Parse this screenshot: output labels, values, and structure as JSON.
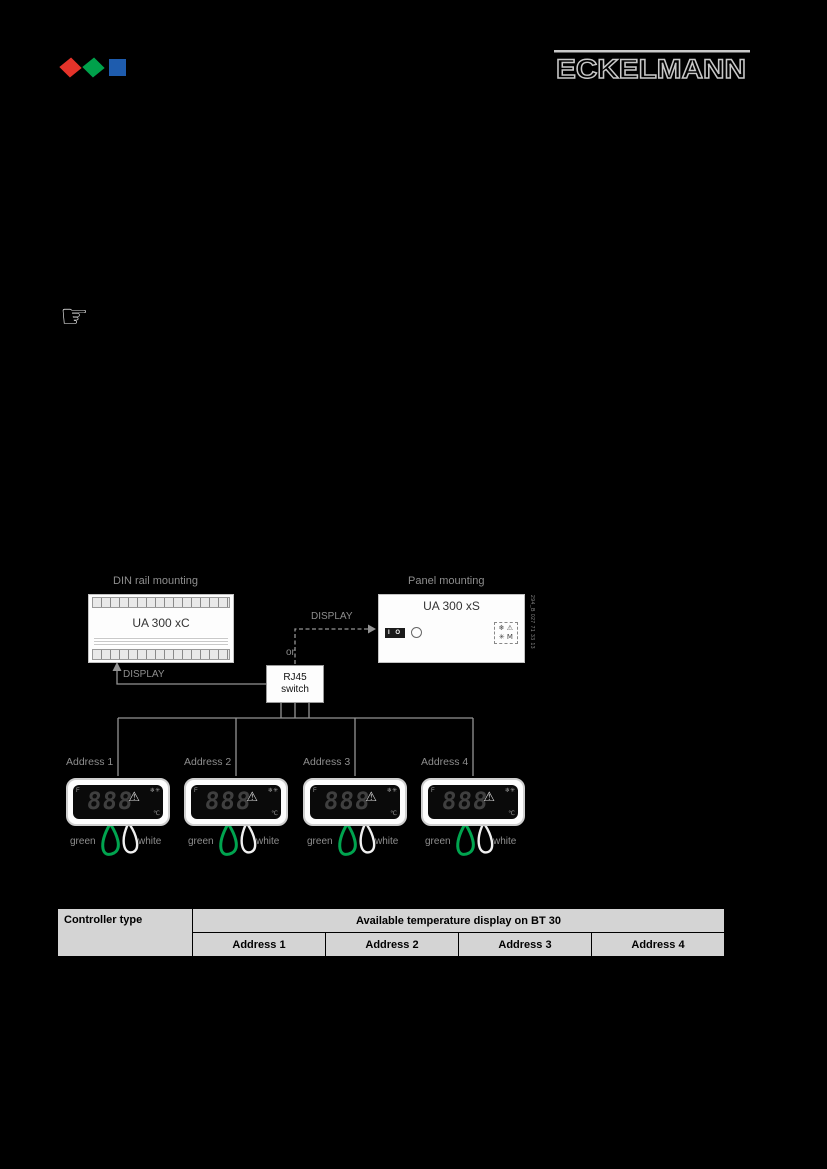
{
  "header": {
    "brand": "ECKELMANN",
    "logo_colors": {
      "red": "#e5332a",
      "green": "#00a14b",
      "blue": "#1e5cae"
    }
  },
  "icons": {
    "hand": "☞"
  },
  "diagram": {
    "din_rail_label": "DIN rail mounting",
    "panel_label": "Panel mounting",
    "device_din": "UA 300 xC",
    "device_panel": "UA 300 xS",
    "display_arrow_top": "DISPLAY",
    "display_arrow_bottom": "DISPLAY",
    "or_label": "or",
    "switch_line1": "RJ45",
    "switch_line2": "switch",
    "side_code": "294_B 027 71 33 13",
    "power_label": "I O",
    "panel_icons_row1": "❄ ⚠",
    "panel_icons_row2": "✳ M",
    "addresses": [
      "Address 1",
      "Address 2",
      "Address 3",
      "Address 4"
    ],
    "display_digits": "888",
    "display_left_mark": "F",
    "warning_icon": "⚠",
    "display_top_icons": "❄✳",
    "display_bottom_icons": "℃",
    "cable_green_label": "green",
    "cable_white_label": "white",
    "cable_green_color": "#00a44f",
    "cable_white_color": "#f0f0f0"
  },
  "table": {
    "controller_type": "Controller type",
    "header": "Available temperature display on BT 30",
    "columns": [
      "Address 1",
      "Address 2",
      "Address 3",
      "Address 4"
    ]
  }
}
